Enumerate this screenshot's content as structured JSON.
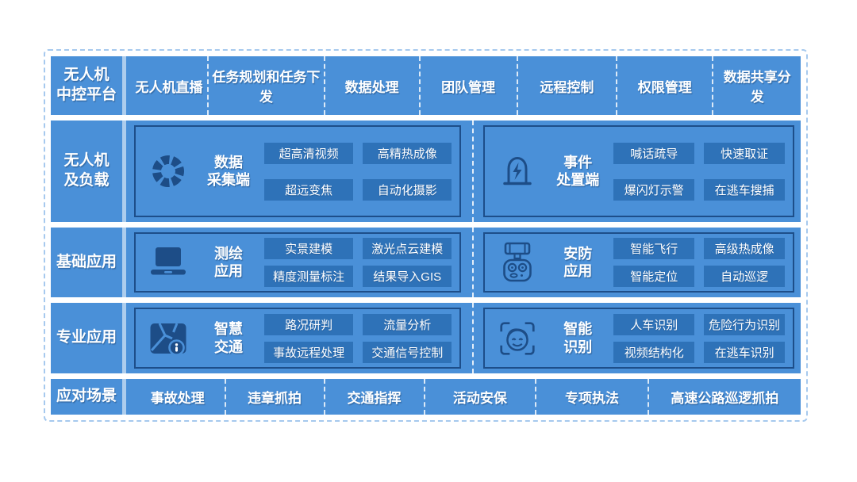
{
  "colors": {
    "bar_blue": "#4a90d8",
    "button_blue": "#2e72b8",
    "navy": "#1d4d87",
    "panel_border": "#1d4e8a",
    "frame_dash": "#a6c9ee",
    "text": "#ffffff"
  },
  "header": {
    "label": "无人机\n中控平台",
    "items": [
      "无人机直播",
      "任务规划和任务下发",
      "数据处理",
      "团队管理",
      "远程控制",
      "权限管理",
      "数据共享分发"
    ]
  },
  "sections": [
    {
      "label": "无人机\n及负载",
      "panels": [
        {
          "icon": "aperture-icon",
          "name": "数据\n采集端",
          "buttons": [
            "超高清视频",
            "高精热成像",
            "超远变焦",
            "自动化摄影"
          ]
        },
        {
          "icon": "beacon-light-icon",
          "name": "事件\n处置端",
          "buttons": [
            "喊话疏导",
            "快速取证",
            "爆闪灯示警",
            "在逃车搜捕"
          ]
        }
      ]
    },
    {
      "label": "基础应用",
      "panels": [
        {
          "icon": "laptop-icon",
          "name": "测绘\n应用",
          "buttons": [
            "实景建模",
            "激光点云建模",
            "精度测量标注",
            "结果导入GIS"
          ]
        },
        {
          "icon": "remote-controller-icon",
          "name": "安防\n应用",
          "buttons": [
            "智能飞行",
            "高级热成像",
            "智能定位",
            "自动巡逻"
          ]
        }
      ]
    },
    {
      "label": "专业应用",
      "panels": [
        {
          "icon": "traffic-map-icon",
          "name": "智慧\n交通",
          "buttons": [
            "路况研判",
            "流量分析",
            "事故远程处理",
            "交通信号控制"
          ]
        },
        {
          "icon": "face-scan-icon",
          "name": "智能\n识别",
          "buttons": [
            "人车识别",
            "危险行为识别",
            "视频结构化",
            "在逃车识别"
          ]
        }
      ]
    }
  ],
  "footer": {
    "label": "应对场景",
    "items": [
      "事故处理",
      "违章抓拍",
      "交通指挥",
      "活动安保",
      "专项执法",
      "高速公路巡逻抓拍"
    ]
  }
}
